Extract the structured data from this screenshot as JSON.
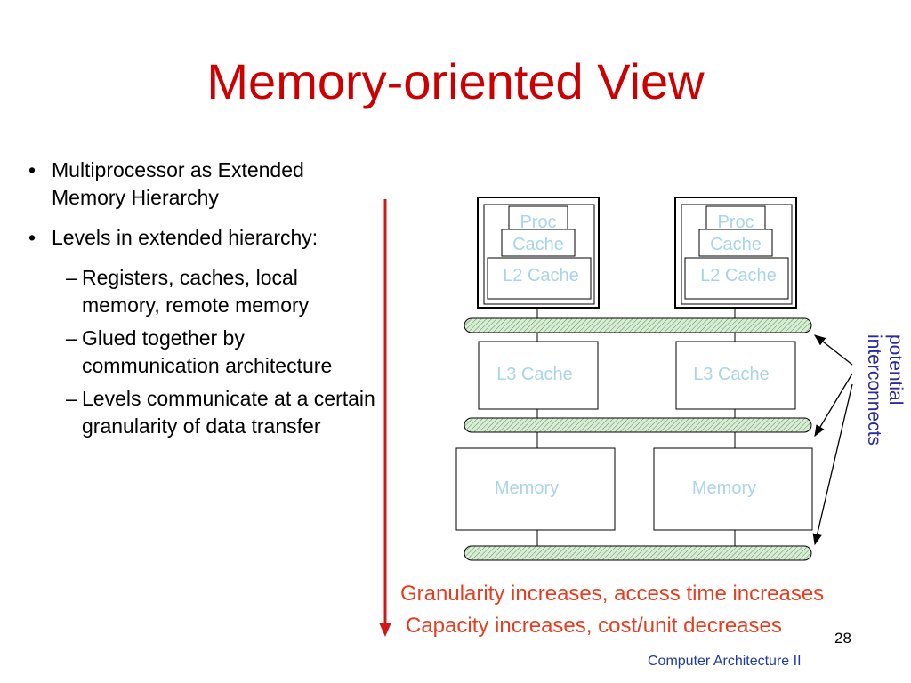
{
  "slide": {
    "title": "Memory-oriented View",
    "bullets": [
      {
        "level": 1,
        "text": "Multiprocessor as Extended Memory Hierarchy"
      },
      {
        "level": 1,
        "text": "Levels in extended hierarchy:"
      },
      {
        "level": 2,
        "text": "Registers, caches, local memory, remote memory"
      },
      {
        "level": 2,
        "text": "Glued together by communication architecture"
      },
      {
        "level": 2,
        "text": "Levels communicate at a certain granularity of data transfer"
      }
    ],
    "diagram": {
      "proc_label": "Proc",
      "cache_label": "Cache",
      "l2_label": "L2 Cache",
      "l3_label": "L3 Cache",
      "memory_label": "Memory",
      "interconnect_label_line1": "potential",
      "interconnect_label_line2": "interconnects"
    },
    "notes": {
      "granularity": "Granularity increases, access time increases",
      "capacity": "Capacity increases, cost/unit decreases"
    },
    "page_number": "28",
    "footer": "Computer Architecture II",
    "colors": {
      "title": "#cc0000",
      "box_label": "#a8d4ec",
      "interconnect_label": "#2a2aa0",
      "notes": "#e83c1e",
      "arrow": "#d01818",
      "bus_fill": "#c8e6c4"
    }
  }
}
